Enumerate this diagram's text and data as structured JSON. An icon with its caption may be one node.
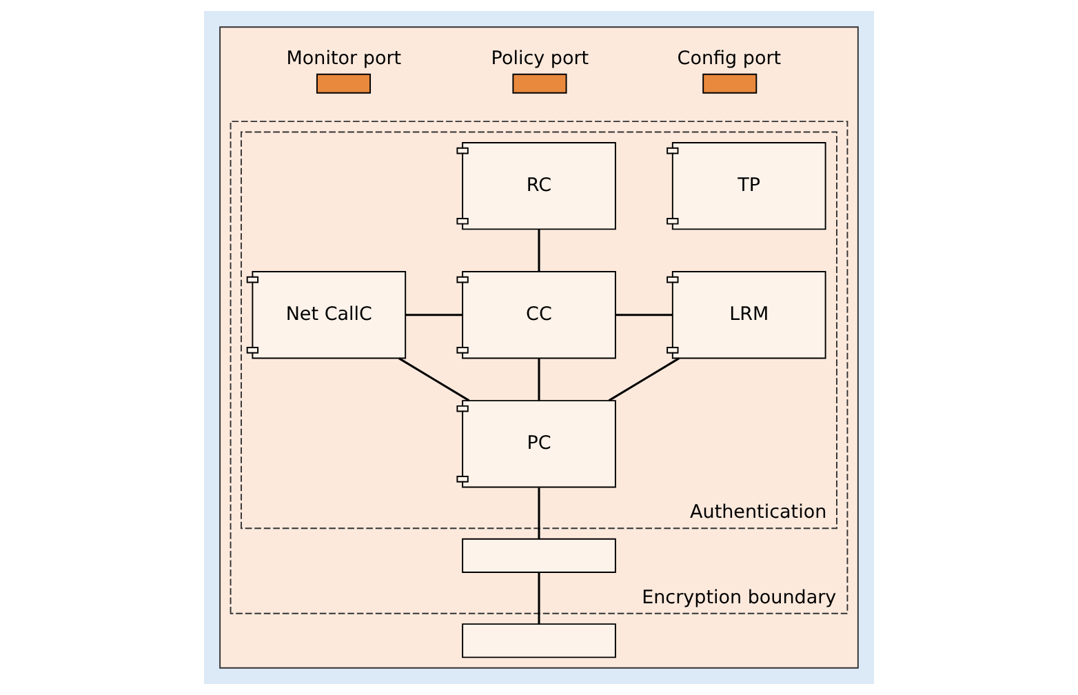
{
  "diagram": {
    "nodes": [
      {
        "text": [],
        "shape": "box"
      },
      {
        "text": [],
        "shape": "box",
        "beside": [
          "Monitor port"
        ],
        "in": 0
      },
      {
        "text": [],
        "shape": "box",
        "beside": [
          "Policy port"
        ],
        "in": 0
      },
      {
        "text": [],
        "shape": "box",
        "beside": [
          "Config port"
        ],
        "in": 0
      },
      {
        "text": [
          "Encryption boundary"
        ],
        "in": 0
      },
      {
        "text": [
          "Authentication"
        ],
        "in": 4
      },
      {
        "text": [
          "RC"
        ],
        "in": 5
      },
      {
        "text": [
          "TP"
        ],
        "in": 5
      },
      {
        "text": [
          "Net CallC"
        ],
        "in": 5
      },
      {
        "text": [
          "CC"
        ],
        "in": 5
      },
      {
        "text": [
          "LRM"
        ],
        "in": 5
      },
      {
        "text": [
          "PC"
        ],
        "in": 5
      },
      {
        "text": [],
        "shape": "box",
        "in": 4
      },
      {
        "text": [],
        "shape": "box",
        "in": 0
      }
    ],
    "edges": [
      {
        "from": 6,
        "to": 9,
        "arrow": "none"
      },
      {
        "from": 8,
        "to": 9,
        "arrow": "none"
      },
      {
        "from": 9,
        "to": 10,
        "arrow": "none"
      },
      {
        "from": 9,
        "to": 11,
        "arrow": "none"
      },
      {
        "from": 8,
        "to": 11,
        "arrow": "none"
      },
      {
        "from": 10,
        "to": 11,
        "arrow": "none"
      },
      {
        "from": 11,
        "to": 12,
        "arrow": "none"
      },
      {
        "from": 12,
        "to": 13,
        "arrow": "none"
      }
    ]
  }
}
